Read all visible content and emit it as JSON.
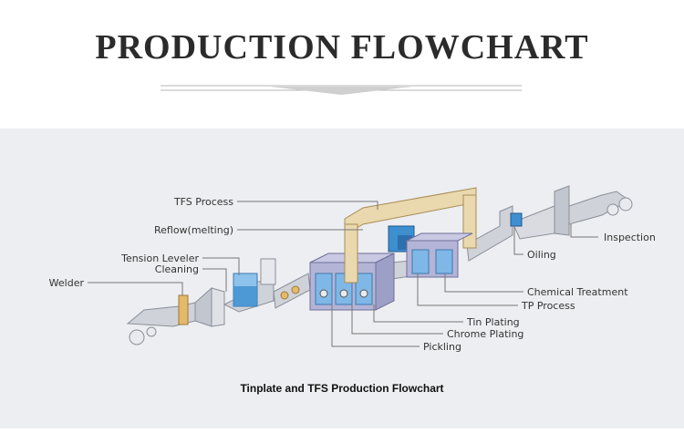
{
  "title": "PRODUCTION FLOWCHART",
  "caption": "Tinplate and TFS Production Flowchart",
  "labels": {
    "tfs_process": "TFS Process",
    "reflow": "Reflow(melting)",
    "tension_leveler": "Tension Leveler",
    "cleaning": "Cleaning",
    "welder": "Welder",
    "oiling": "Oiling",
    "inspection": "Inspection",
    "chemical_treatment": "Chemical Treatment",
    "tp_process": "TP Process",
    "tin_plating": "Tin Plating",
    "chrome_plating": "Chrome Plating",
    "pickling": "Pickling"
  },
  "colors": {
    "panel": "#eceef1",
    "strip": "#c9ccd3",
    "tank_purple": "#b3b4d6",
    "water_blue": "#3d8fd0",
    "tfs_loop": "#ead8ae",
    "leader_line": "#777777"
  }
}
